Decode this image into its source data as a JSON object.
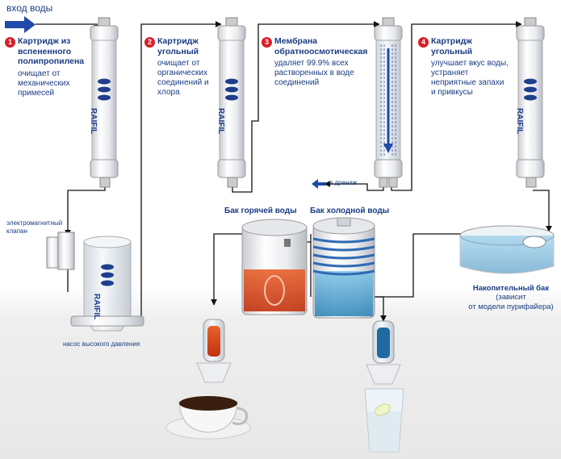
{
  "inlet_label": "вход воды",
  "brand": "RAIFIL",
  "steps": [
    {
      "num": "1",
      "title": [
        "Картридж из",
        "вспененного",
        "полипропилена"
      ],
      "body": [
        "очищает от",
        "механических",
        "примесей"
      ]
    },
    {
      "num": "2",
      "title": [
        "Картридж",
        "угольный"
      ],
      "body": [
        "очищает от",
        "органических",
        "соединений и",
        "хлора"
      ]
    },
    {
      "num": "3",
      "title": [
        "Мембрана",
        "обратноосмотическая"
      ],
      "body": [
        "удаляет 99.9% всех",
        "растворенных в воде",
        "соединений"
      ]
    },
    {
      "num": "4",
      "title": [
        "Картридж",
        "угольный"
      ],
      "body": [
        "улучшает вкус воды,",
        "устраняет",
        "неприятные запахи",
        "и привкусы"
      ]
    }
  ],
  "valve_label": [
    "электромагнитный",
    "клапан"
  ],
  "pump_label": "насос высокого давления",
  "drain_label": "в дренаж",
  "hot_tank_label": "Бак горячей воды",
  "cold_tank_label": "Бак холодной воды",
  "storage_tank_label": [
    "Накопительный бак",
    "(зависит",
    "от модели пурифайера)"
  ],
  "colors": {
    "pipe": "#111111",
    "arrow": "#1f4aa8",
    "text": "#1a3c82",
    "badge": "#d81e2a",
    "hot": "#e0441e",
    "cold": "#1e88c0"
  }
}
